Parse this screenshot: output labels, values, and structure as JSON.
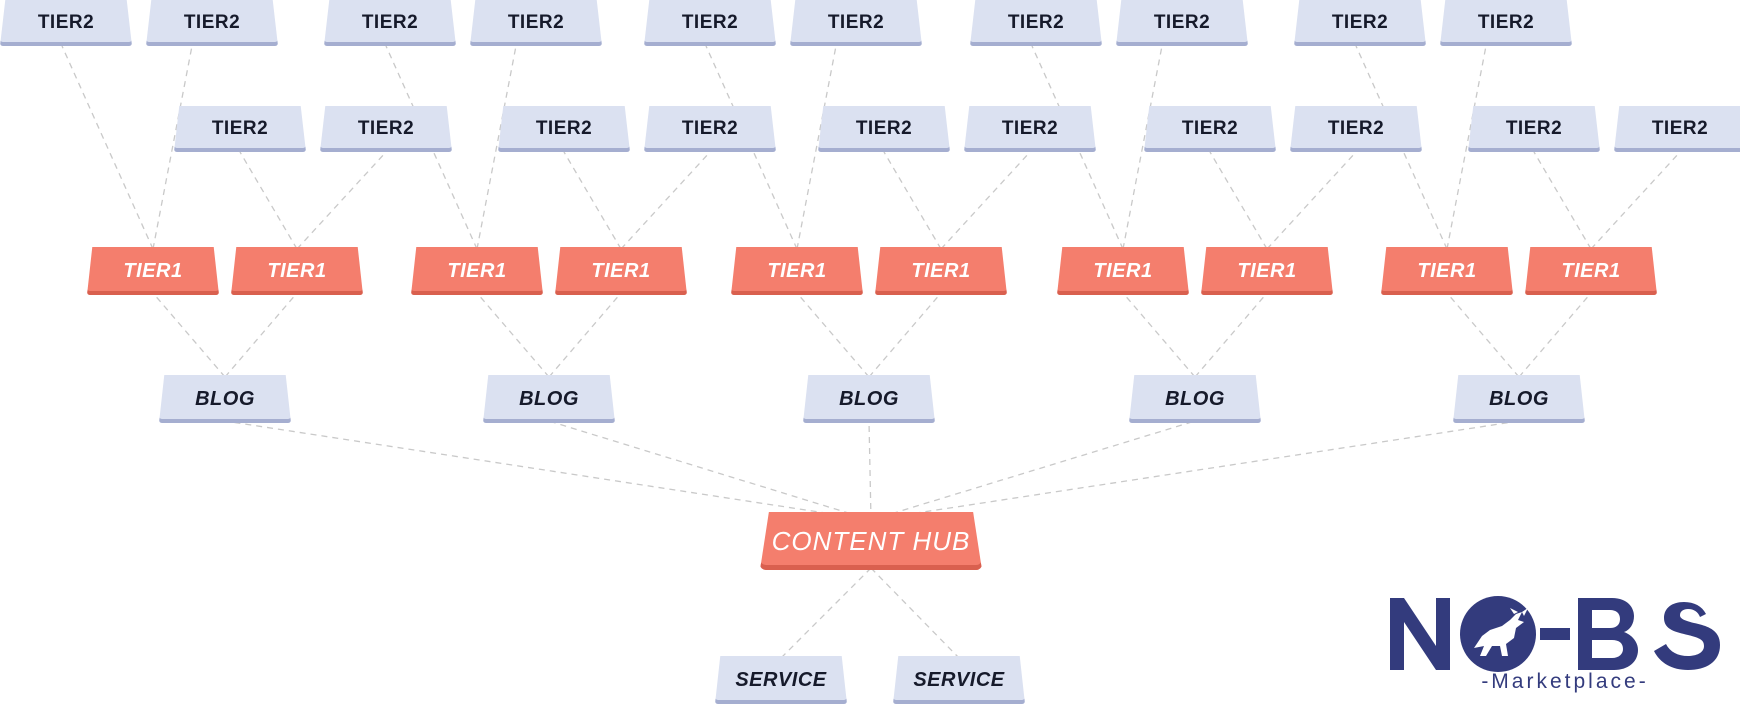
{
  "colors": {
    "tier2_fill": "#dbe1f1",
    "tier1_fill": "#f47e6d",
    "line": "#c9c9c9",
    "brand_navy": "#333b7d"
  },
  "hub": {
    "label": "CONTENT HUB"
  },
  "services": [
    {
      "label": "SERVICE"
    },
    {
      "label": "SERVICE"
    }
  ],
  "blogs": [
    {
      "label": "BLOG"
    },
    {
      "label": "BLOG"
    },
    {
      "label": "BLOG"
    },
    {
      "label": "BLOG"
    },
    {
      "label": "BLOG"
    }
  ],
  "tier1_label": "TIER1",
  "tier2_label": "TIER2",
  "logo": {
    "wordmark": "NO-BS",
    "tagline": "-Marketplace-",
    "icon": "bull-icon"
  }
}
